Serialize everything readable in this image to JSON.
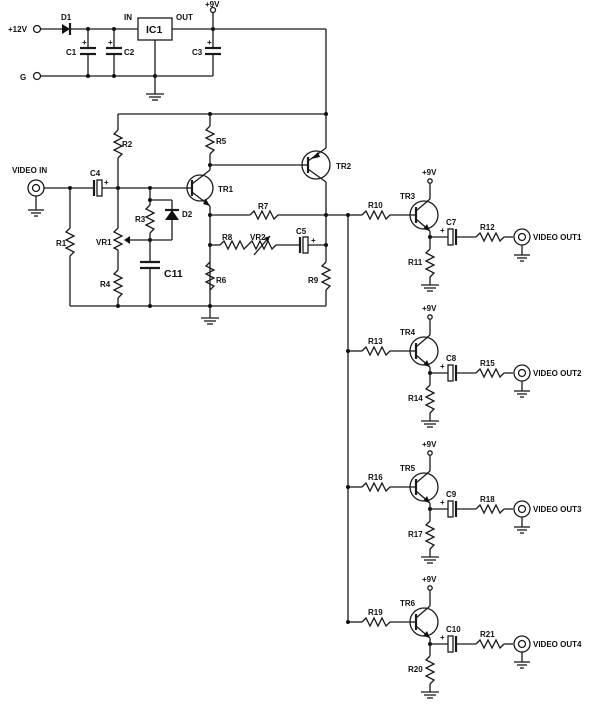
{
  "supply": {
    "in_12v": "+12V",
    "gnd": "G",
    "d1": "D1",
    "c1": "C1",
    "c2": "C2",
    "c3": "C3",
    "ic1": "IC1",
    "ic_in": "IN",
    "ic_out": "OUT",
    "plus9v": "+9V"
  },
  "input": {
    "video_in": "VIDEO IN",
    "c4": "C4",
    "r1": "R1",
    "r2": "R2",
    "r3": "R3",
    "r4": "R4",
    "vr1": "VR1",
    "d2": "D2",
    "c11": "C11"
  },
  "amplifier": {
    "tr1": "TR1",
    "tr2": "TR2",
    "r5": "R5",
    "r6": "R6",
    "r7": "R7",
    "r8": "R8",
    "r9": "R9",
    "vr2": "VR2",
    "c5": "C5"
  },
  "outputs": [
    {
      "rb": "R10",
      "tr": "TR3",
      "re": "R11",
      "c": "C7",
      "rs": "R12",
      "label": "VIDEO OUT1",
      "vcc": "+9V"
    },
    {
      "rb": "R13",
      "tr": "TR4",
      "re": "R14",
      "c": "C8",
      "rs": "R15",
      "label": "VIDEO OUT2",
      "vcc": "+9V"
    },
    {
      "rb": "R16",
      "tr": "TR5",
      "re": "R17",
      "c": "C9",
      "rs": "R18",
      "label": "VIDEO OUT3",
      "vcc": "+9V"
    },
    {
      "rb": "R19",
      "tr": "TR6",
      "re": "R20",
      "c": "C10",
      "rs": "R21",
      "label": "VIDEO OUT4",
      "vcc": "+9V"
    }
  ]
}
